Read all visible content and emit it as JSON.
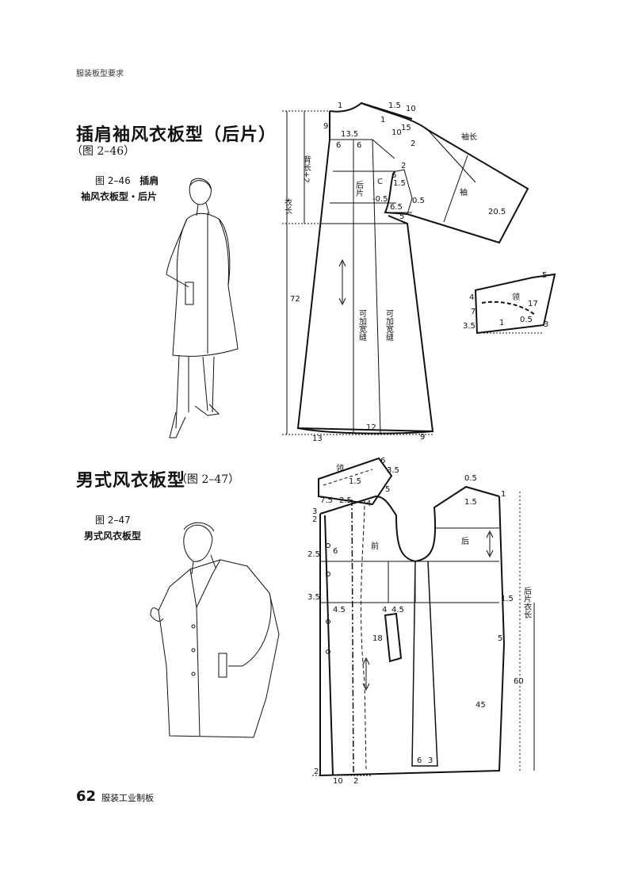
{
  "header": "服装板型要求",
  "fig46": {
    "title": "插肩袖风衣板型（后片）",
    "subtitle": "（图 2–46）",
    "caption_no": "图 2–46",
    "caption_a": "插肩",
    "caption_b": "袖风衣板型・后片",
    "labels": {
      "back_length": "背长+2",
      "coat_length": "衣长",
      "back_piece": "后片",
      "sleeve_length": "袖长",
      "sleeve": "袖",
      "collar": "领",
      "widen1": "可加宽缝",
      "widen2": "可加宽缝",
      "c": "C"
    },
    "dims": [
      "1",
      "1.5",
      "10",
      "1",
      "10",
      "15",
      "2",
      "9",
      "13.5",
      "6",
      "6",
      "2",
      "6",
      "1.5",
      "-0.5",
      "0.5",
      "6.5",
      "5",
      "20.5",
      "72",
      "13",
      "12",
      "9",
      "5",
      "4",
      "7",
      "17",
      "0.5",
      "3",
      "3.5",
      "1"
    ]
  },
  "fig47": {
    "title": "男式风衣板型",
    "subtitle": "（图 2–47）",
    "caption_no": "图 2–47",
    "caption_b": "男式风衣板型",
    "labels": {
      "collar": "领",
      "front": "前",
      "back": "后",
      "back_length": "后片衣长"
    },
    "dims": [
      "6",
      "3.5",
      "1.5",
      "5",
      "7.5",
      "2.5",
      "4",
      "3",
      "2",
      "0.5",
      "1.5",
      "1",
      "2.5",
      "6",
      "3.5",
      "4.5",
      "4",
      "4.5",
      "1.5",
      "18",
      "5",
      "45",
      "60",
      "6",
      "3",
      "2",
      "10",
      "2"
    ]
  },
  "footer": {
    "page": "62",
    "book": "服装工业制板"
  }
}
